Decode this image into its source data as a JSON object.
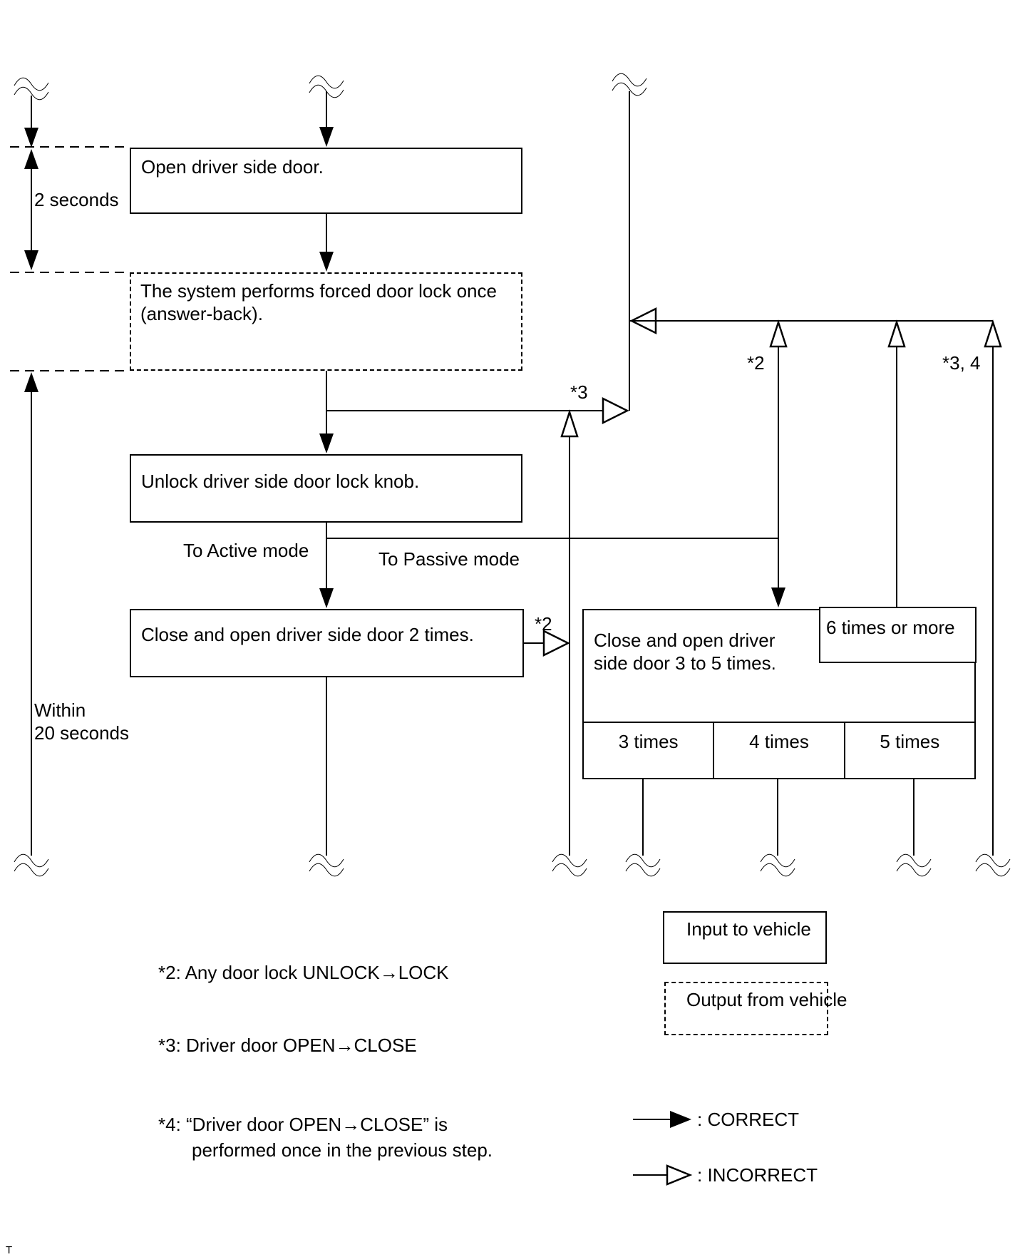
{
  "diagram": {
    "boxes": {
      "open_door": "Open driver side door.",
      "forced_lock_line1": "The system performs forced door lock once",
      "forced_lock_line2": "(answer-back).",
      "unlock_knob": "Unlock driver side door lock knob.",
      "two_times": "Close and open driver side door 2 times.",
      "three_to_five_line1": "Close and open driver",
      "three_to_five_line2": "side door 3 to 5 times.",
      "six_times": "6 times or more",
      "cell_3": "3 times",
      "cell_4": "4 times",
      "cell_5": "5 times"
    },
    "labels": {
      "two_seconds": "2 seconds",
      "within": "Within",
      "twenty_seconds": "20 seconds",
      "to_active": "To Active mode",
      "to_passive": "To Passive mode",
      "star3_branch": "*3",
      "star2_top": "*2",
      "star34_top": "*3, 4",
      "star2_mid": "*2"
    },
    "legend": {
      "input": "Input to vehicle",
      "output": "Output from vehicle",
      "correct": ": CORRECT",
      "incorrect": ": INCORRECT"
    },
    "footnotes": {
      "fn2": "*2: Any door lock UNLOCK→LOCK",
      "fn3": "*3: Driver door OPEN→CLOSE",
      "fn4_line1": "*4: “Driver door OPEN→CLOSE” is",
      "fn4_line2": "performed once in the previous step."
    },
    "page_marker": "T",
    "colors": {
      "line": "#000000",
      "background": "#ffffff"
    }
  }
}
